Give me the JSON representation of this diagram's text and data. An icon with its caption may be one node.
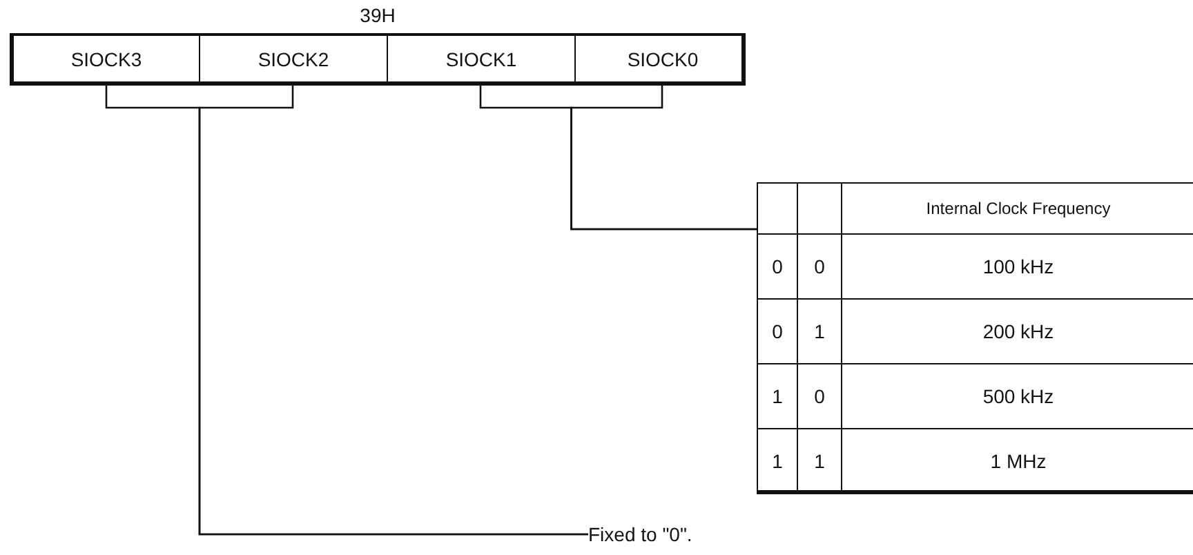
{
  "diagram": {
    "nodes": [
      {
        "text": [
          "39H"
        ]
      },
      {
        "text": [
          "SIOCK3"
        ],
        "in": 0
      },
      {
        "text": [
          "SIOCK2"
        ],
        "in": 0
      },
      {
        "text": [
          "SIOCK1"
        ],
        "in": 0
      },
      {
        "text": [
          "SIOCK0"
        ],
        "in": 0
      },
      {
        "text": [],
        "shape": "box"
      },
      {
        "text": [
          "Fixed to \"0\"."
        ]
      }
    ],
    "edges": [
      {
        "from": 1,
        "to": 6,
        "arrow": "none"
      },
      {
        "from": 2,
        "to": 6,
        "arrow": "none"
      },
      {
        "from": 3,
        "to": 5,
        "arrow": "none"
      },
      {
        "from": 4,
        "to": 5,
        "arrow": "none"
      }
    ],
    "labels": [
      "Internal Clock Frequency",
      "0",
      "0",
      "100 kHz",
      "0",
      "1",
      "200 kHz",
      "1",
      "0",
      "500 kHz",
      "1",
      "1",
      "1 MHz"
    ]
  }
}
